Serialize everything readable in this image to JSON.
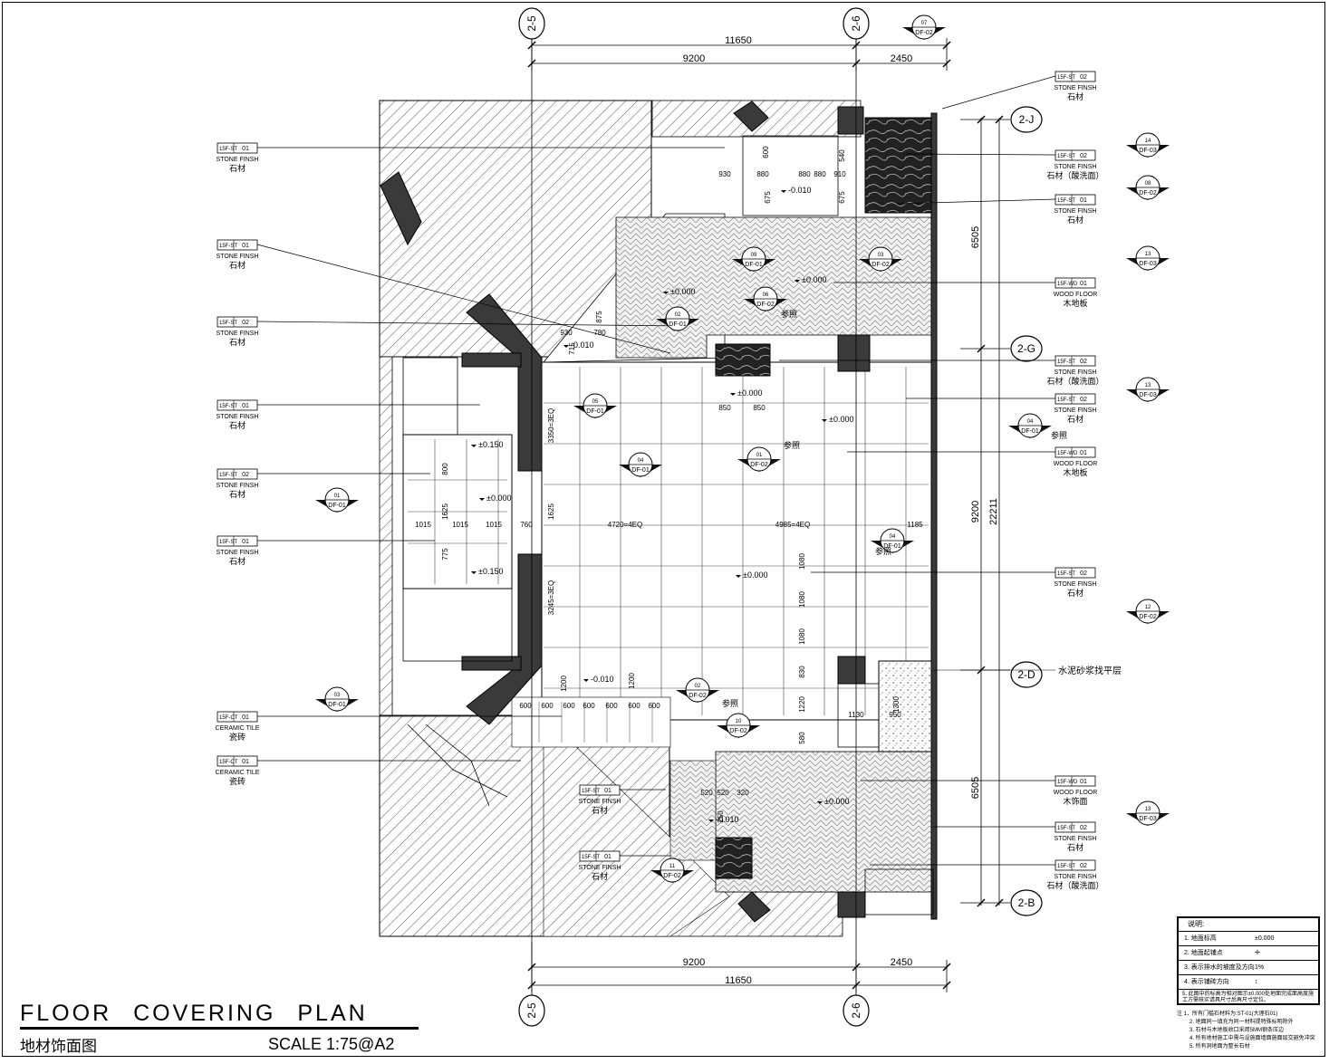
{
  "drawing": {
    "title": "FLOOR  COVERING  PLAN",
    "subtitle": "地材饰面图",
    "scale": "SCALE  1:75@A2"
  },
  "grid": {
    "top": [
      "2-5",
      "2-6"
    ],
    "bottom": [
      "2-5",
      "2-6"
    ],
    "right": [
      "2-J",
      "2-G",
      "2-D",
      "2-B"
    ]
  },
  "dimensions": {
    "top_total": "11650",
    "top_a": "9200",
    "top_b": "2450",
    "bottom_a": "9200",
    "bottom_b": "2450",
    "bottom_total": "11650",
    "right_a": "6505",
    "right_b": "9200",
    "right_c": "6505",
    "right_total": "22211",
    "inner": [
      "930",
      "880",
      "880",
      "880",
      "910",
      "600",
      "540",
      "675",
      "675",
      "930",
      "780",
      "875",
      "715",
      "3350=3EQ",
      "1625",
      "3245=3EQ",
      "4720=4EQ",
      "4985=4EQ",
      "1015",
      "1015",
      "1015",
      "760",
      "1625",
      "800",
      "775",
      "1080",
      "1080",
      "1080",
      "830",
      "1220",
      "580",
      "1185",
      "850",
      "850",
      "1130",
      "950",
      "1300",
      "1200",
      "600",
      "600",
      "600",
      "600",
      "600",
      "600",
      "600",
      "520",
      "520",
      "320",
      "1200",
      "250"
    ]
  },
  "levels": [
    "±0.000",
    "-0.010",
    "±0.150",
    "±0.000",
    "±0.150",
    "±0.000",
    "-0.010",
    "-0.010",
    "±0.000",
    "±0.000",
    "±0.000",
    "-0.010",
    "±0.000"
  ],
  "left_callouts": [
    {
      "code": "15F-ST",
      "num": "01",
      "en": "STONE FINSH",
      "cn": "石材"
    },
    {
      "code": "15F-ST",
      "num": "01",
      "en": "STONE FINSH",
      "cn": "石材"
    },
    {
      "code": "15F-ST",
      "num": "02",
      "en": "STONE FINSH",
      "cn": "石材"
    },
    {
      "code": "15F-ST",
      "num": "01",
      "en": "STONE FINSH",
      "cn": "石材"
    },
    {
      "code": "15F-ST",
      "num": "02",
      "en": "STONE FINSH",
      "cn": "石材"
    },
    {
      "code": "15F-ST",
      "num": "01",
      "en": "STONE FINSH",
      "cn": "石材"
    },
    {
      "code": "15F-CT",
      "num": "01",
      "en": "CERAMIC TILE",
      "cn": "瓷砖"
    },
    {
      "code": "15F-CT",
      "num": "01",
      "en": "CERAMIC TILE",
      "cn": "瓷砖"
    }
  ],
  "center_callouts": [
    {
      "code": "15F-ST",
      "num": "01",
      "en": "STONE FINSH",
      "cn": "石材"
    },
    {
      "code": "15F-ST",
      "num": "01",
      "en": "STONE FINSH",
      "cn": "石材"
    }
  ],
  "right_callouts": [
    {
      "code": "15F-ST",
      "num": "02",
      "en": "STONE FINSH",
      "cn": "石材"
    },
    {
      "code": "15F-ST",
      "num": "02",
      "en": "STONE FINSH",
      "cn": "石材（酸洗面）"
    },
    {
      "code": "15F-ST",
      "num": "01",
      "en": "STONE FINSH",
      "cn": "石材"
    },
    {
      "code": "15F-WD",
      "num": "01",
      "en": "WOOD FLOOR",
      "cn": "木地板"
    },
    {
      "code": "15F-ST",
      "num": "02",
      "en": "STONE FINSH",
      "cn": "石材（酸洗面）"
    },
    {
      "code": "15F-ST",
      "num": "02",
      "en": "STONE FINSH",
      "cn": "石材"
    },
    {
      "code": "15F-WD",
      "num": "01",
      "en": "WOOD FLOOR",
      "cn": "木地板"
    },
    {
      "code": "15F-ST",
      "num": "02",
      "en": "STONE FINSH",
      "cn": "石材"
    },
    {
      "code": "15F-WD",
      "num": "01",
      "en": "WOOD FLOOR",
      "cn": "木饰面"
    },
    {
      "code": "15F-ST",
      "num": "02",
      "en": "STONE FINSH",
      "cn": "石材"
    },
    {
      "code": "15F-ST",
      "num": "02",
      "en": "STONE FINSH",
      "cn": "石材（酸洗面）"
    }
  ],
  "cement_note": "水泥砂浆找平层",
  "section_marks": [
    {
      "num": "07",
      "sheet": "DF-02"
    },
    {
      "num": "14",
      "sheet": "DF-03"
    },
    {
      "num": "08",
      "sheet": "DF-02"
    },
    {
      "num": "13",
      "sheet": "DF-03"
    },
    {
      "num": "13",
      "sheet": "DF-03"
    },
    {
      "num": "04",
      "sheet": "DF-01"
    },
    {
      "num": "12",
      "sheet": "DF-02"
    },
    {
      "num": "13",
      "sheet": "DF-03"
    },
    {
      "num": "01",
      "sheet": "DF-01"
    },
    {
      "num": "03",
      "sheet": "DF-01"
    },
    {
      "num": "05",
      "sheet": "DF-01"
    },
    {
      "num": "04",
      "sheet": "DF-01"
    },
    {
      "num": "02",
      "sheet": "DF-02"
    },
    {
      "num": "10",
      "sheet": "DF-02"
    },
    {
      "num": "11",
      "sheet": "DF-02"
    },
    {
      "num": "09",
      "sheet": "DF-01"
    },
    {
      "num": "06",
      "sheet": "DF-02"
    },
    {
      "num": "03",
      "sheet": "DF-02"
    },
    {
      "num": "02",
      "sheet": "DF-01"
    },
    {
      "num": "01",
      "sheet": "DF-02"
    },
    {
      "num": "04",
      "sheet": "DF-01"
    }
  ],
  "ref_text": "参照",
  "legend": {
    "title": "说明:",
    "rows": [
      {
        "label": "1. 地面标高",
        "symbol": "±0.000"
      },
      {
        "label": "2. 地面起铺点",
        "symbol": "✛"
      },
      {
        "label": "3. 表示排水的坡度及方向",
        "symbol": "1%"
      },
      {
        "label": "4. 表示铺砖方向",
        "symbol": "↕"
      }
    ],
    "footnote": "5. 此图中的标高为相对图示±0.000处地面完成面高度施工方需核实请具尺寸后再尺寸定位。"
  },
  "notes": [
    "注 1．所有门槛石材料为:ST-01(大理石01)",
    "2. 地面同一填充为同一材料提特殊标明除外",
    "3. 石材与木地板收口采用5MM钢条压边",
    "4. 所有地材施工中需与设施面墙面施面层交避免冲突",
    "5. 所有洞地面为整长石材"
  ]
}
